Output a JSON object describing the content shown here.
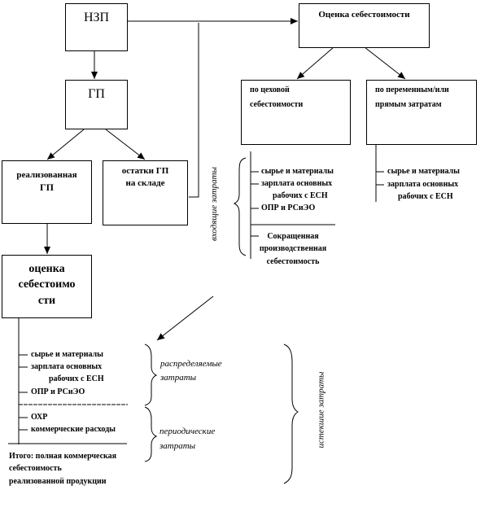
{
  "nodes": {
    "nzp": "НЗП",
    "gp": "ГП",
    "realized_gp": [
      "реализованная",
      "ГП"
    ],
    "warehouse_gp": [
      "остатки ГП",
      "на складе"
    ],
    "cost_estimate_top": "Оценка себестоимости",
    "full_cost": [
      "по цеховой",
      "себестоимости"
    ],
    "variable_cost": [
      "по переменным/или",
      "прямым затратам"
    ],
    "cost_estimate_bottom": [
      "оценка",
      "себестоимо",
      "сти"
    ]
  },
  "lists": {
    "full_cost_items": [
      "сырье и материалы",
      "зарплата основных",
      "рабочих с ЕСН",
      "ОПР и РСиЭО"
    ],
    "full_cost_summary": [
      "Сокращенная",
      "производственная",
      "себестоимость"
    ],
    "variable_items": [
      "сырье и материалы",
      "зарплата основных",
      "рабочих с ЕСН"
    ],
    "bottom_items": [
      "сырье и материалы",
      "зарплата основных",
      "рабочих с ЕСН",
      "ОПР и РСиЭО"
    ],
    "bottom_period_items": [
      "ОХР",
      "коммерческие расходы"
    ],
    "total": [
      "Итого: полная коммерческая",
      "себестоимость",
      "реализованной продукции"
    ]
  },
  "labels": {
    "incoming_costs": "входящие затраты",
    "distributed_costs": [
      "распределяемые",
      "затраты"
    ],
    "periodic_costs": [
      "периодические",
      "затраты"
    ],
    "expired_costs": "истекшие затраты"
  }
}
